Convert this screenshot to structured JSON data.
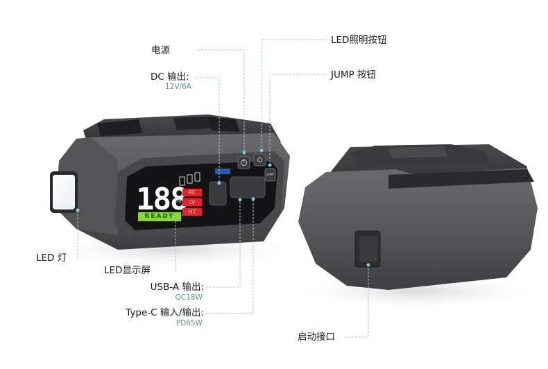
{
  "callouts": {
    "power": {
      "label": "电源"
    },
    "dc_output": {
      "label": "DC 输出:",
      "spec": "12V/6A"
    },
    "led_light_button": {
      "label": "LED照明按钮"
    },
    "jump_button": {
      "label": "JUMP 按钮"
    },
    "led_lamp": {
      "label": "LED 灯"
    },
    "led_display": {
      "label": "LED显示屏"
    },
    "usb_a_output": {
      "label": "USB-A 输出:",
      "spec": "QC18W"
    },
    "type_c_io": {
      "label": "Type-C 输入/输出:",
      "spec": "PD65W"
    },
    "jump_port": {
      "label": "启动接口"
    }
  },
  "display": {
    "digits": "188",
    "percent_sign": "%",
    "status_badges": [
      "RC",
      "LV",
      "HT"
    ],
    "ready_text": "READY",
    "battery_icons": 3
  },
  "device_buttons": {
    "jump_button_text": "JUMP"
  },
  "colors": {
    "leader_line": "#9ccbd6",
    "leader_dot": "#6fd0e8",
    "spec_text": "#5f8fa0",
    "device_body": "#5b5b5d",
    "device_dark": "#2c2c2e",
    "ready_green": "#8ad63a",
    "badge_red": "#e52228"
  }
}
